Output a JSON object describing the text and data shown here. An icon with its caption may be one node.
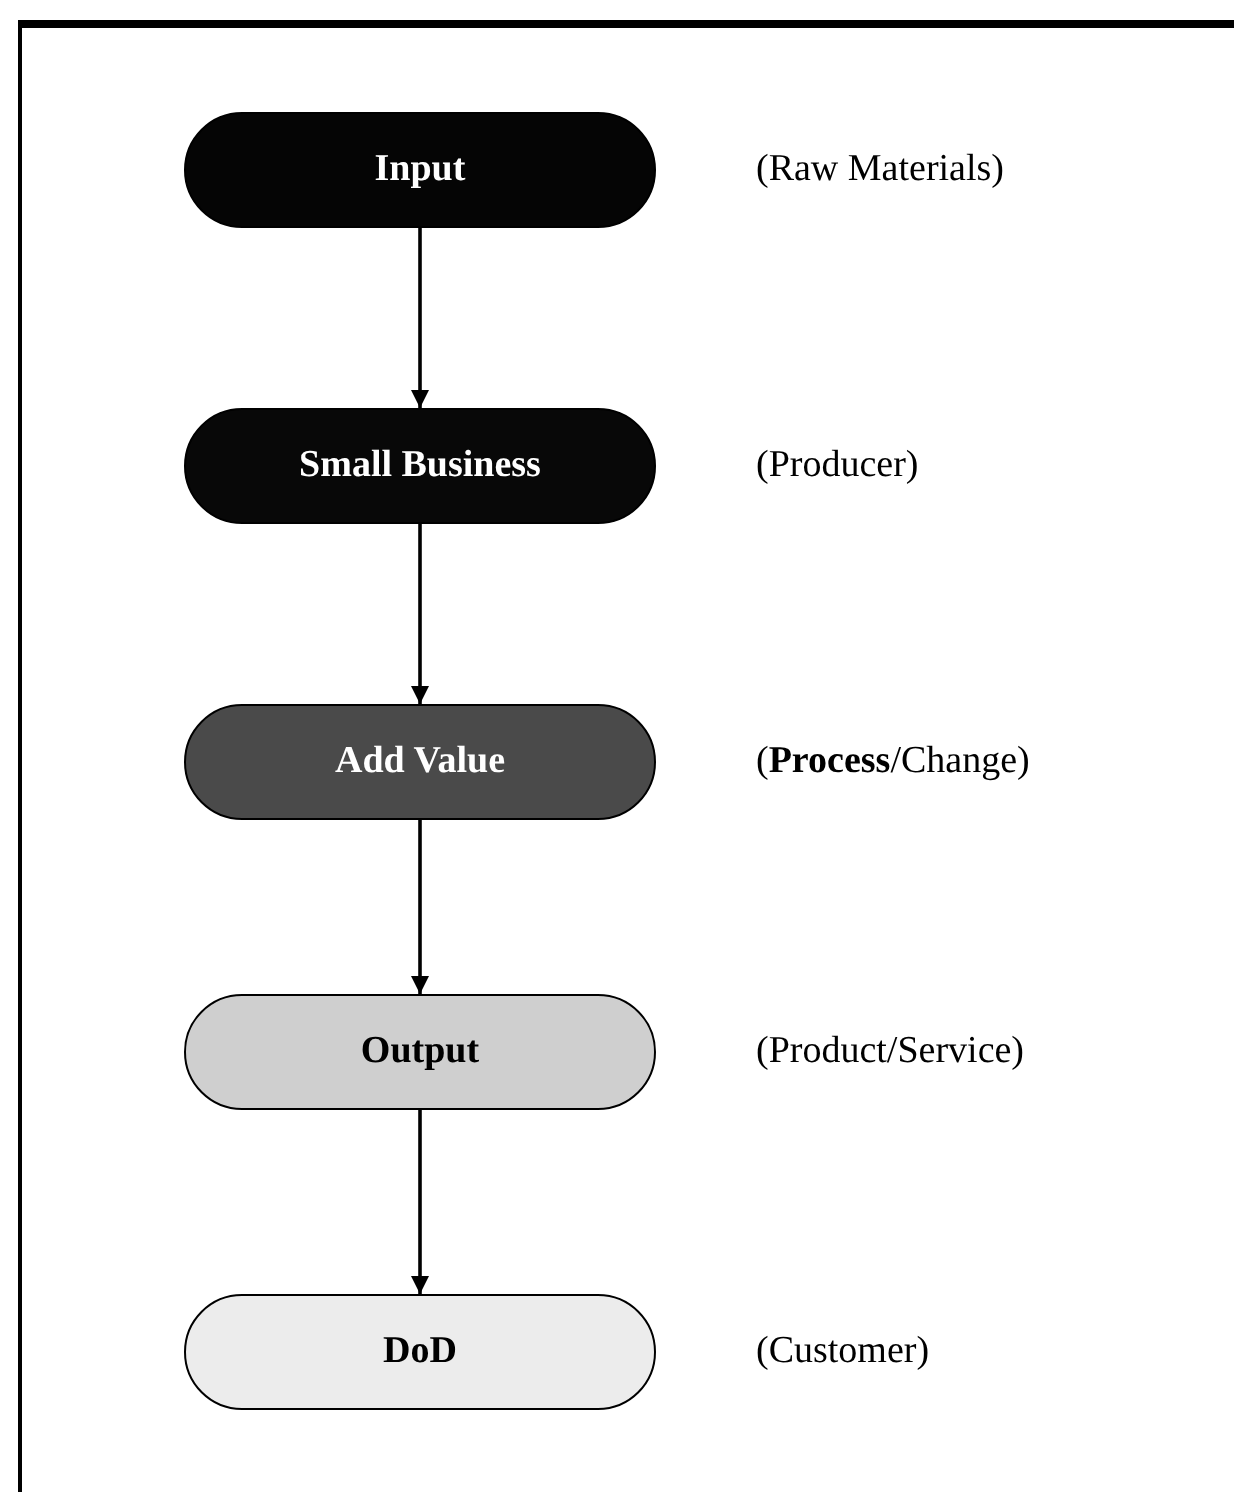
{
  "diagram": {
    "nodes": [
      {
        "text": [
          "Input"
        ],
        "beside": [
          "(Raw Materials)"
        ]
      },
      {
        "text": [
          "Small Business"
        ],
        "beside": [
          "(Producer)"
        ]
      },
      {
        "text": [
          "Add Value"
        ],
        "beside": [
          "(**Process**/Change)"
        ]
      },
      {
        "text": [
          "Output"
        ],
        "beside": [
          "(Product/Service)"
        ]
      },
      {
        "text": [
          "DoD"
        ],
        "beside": [
          "(Customer)"
        ]
      }
    ],
    "edges": [
      {
        "from": 0,
        "to": 1,
        "arrow": "to"
      },
      {
        "from": 1,
        "to": 2,
        "arrow": "to"
      },
      {
        "from": 2,
        "to": 3,
        "arrow": "to"
      },
      {
        "from": 3,
        "to": 4,
        "arrow": "to"
      }
    ]
  }
}
